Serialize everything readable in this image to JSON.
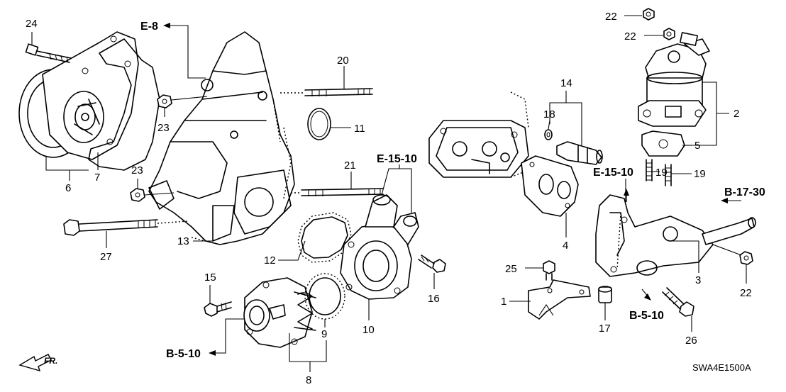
{
  "callouts": {
    "c1": "1",
    "c2": "2",
    "c3": "3",
    "c4": "4",
    "c5": "5",
    "c6": "6",
    "c7": "7",
    "c8": "8",
    "c9": "9",
    "c10": "10",
    "c11": "11",
    "c12": "12",
    "c13": "13",
    "c14": "14",
    "c15": "15",
    "c16": "16",
    "c17": "17",
    "c18": "18",
    "c19a": "19",
    "c19b": "19",
    "c20": "20",
    "c21": "21",
    "c22a": "22",
    "c22b": "22",
    "c22c": "22",
    "c23a": "23",
    "c23b": "23",
    "c24": "24",
    "c25": "25",
    "c26": "26",
    "c27": "27"
  },
  "references": {
    "e8": "E-8",
    "e1510a": "E-15-10",
    "e1510b": "E-15-10",
    "b1730": "B-17-30",
    "b510a": "B-5-10",
    "b510b": "B-5-10"
  },
  "diagram_code": "SWA4E1500A",
  "front_marker": "FR."
}
